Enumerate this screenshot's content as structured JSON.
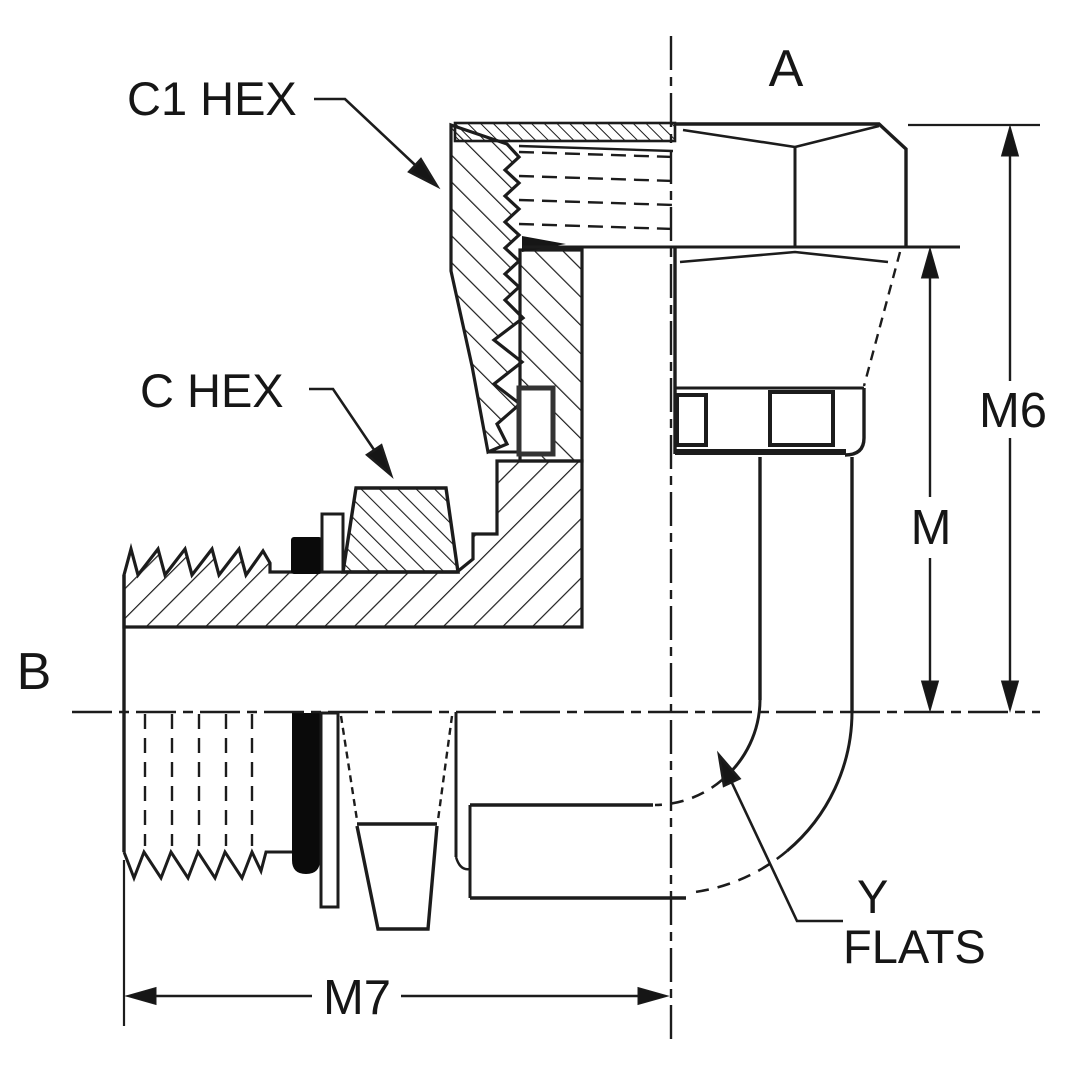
{
  "title": "90 degree elbow adapter fitting - sectional drawing",
  "drawing": {
    "type": "engineering-cross-section",
    "line_color": "#1c1c1c",
    "background_color": "#ffffff",
    "seal_color": "#000000"
  },
  "labels": {
    "c1_hex": "C1 HEX",
    "c_hex": "C HEX",
    "port_top": "A",
    "port_side": "B",
    "dim_outer": "M6",
    "dim_inner": "M",
    "dim_length": "M7",
    "flats_line1": "Y",
    "flats_line2": "FLATS"
  }
}
